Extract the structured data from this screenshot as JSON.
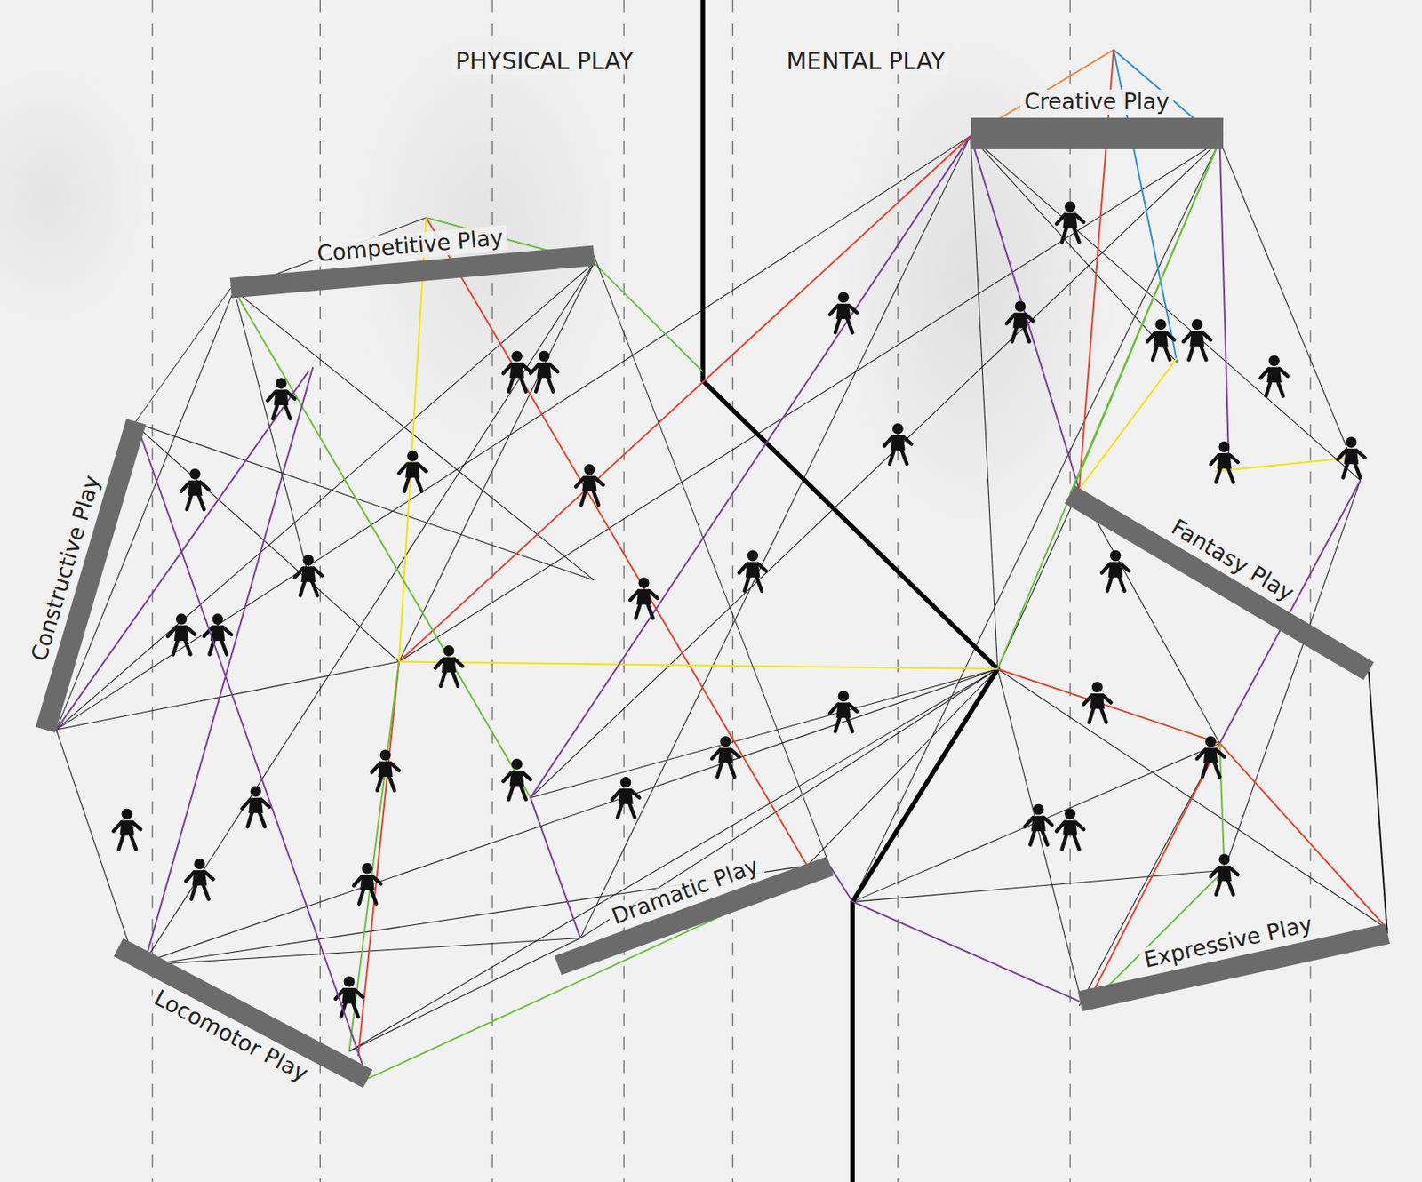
{
  "diagram": {
    "nodes": [
      {
        "text": [
          "Competitive Play"
        ]
      },
      {
        "text": [
          "Constructive Play"
        ]
      },
      {
        "text": [
          "Locomotor Play"
        ]
      },
      {
        "text": [
          "Dramatic Play"
        ]
      },
      {
        "text": [
          "Creative Play"
        ]
      },
      {
        "text": [
          "Fantasy Play"
        ]
      },
      {
        "text": [
          "Expressive Play"
        ]
      }
    ],
    "edges": [
      {
        "from": 0,
        "to": 3,
        "arrow": "none"
      },
      {
        "from": 0,
        "to": 1,
        "arrow": "none"
      },
      {
        "from": 1,
        "to": 2,
        "arrow": "none"
      },
      {
        "from": 2,
        "to": 3,
        "arrow": "none"
      },
      {
        "from": 4,
        "to": 5,
        "arrow": "none"
      },
      {
        "from": 5,
        "to": 6,
        "arrow": "none"
      },
      {
        "from": 3,
        "to": 6,
        "arrow": "none"
      }
    ],
    "labels": [
      "PHYSICAL PLAY",
      "MENTAL PLAY"
    ]
  }
}
